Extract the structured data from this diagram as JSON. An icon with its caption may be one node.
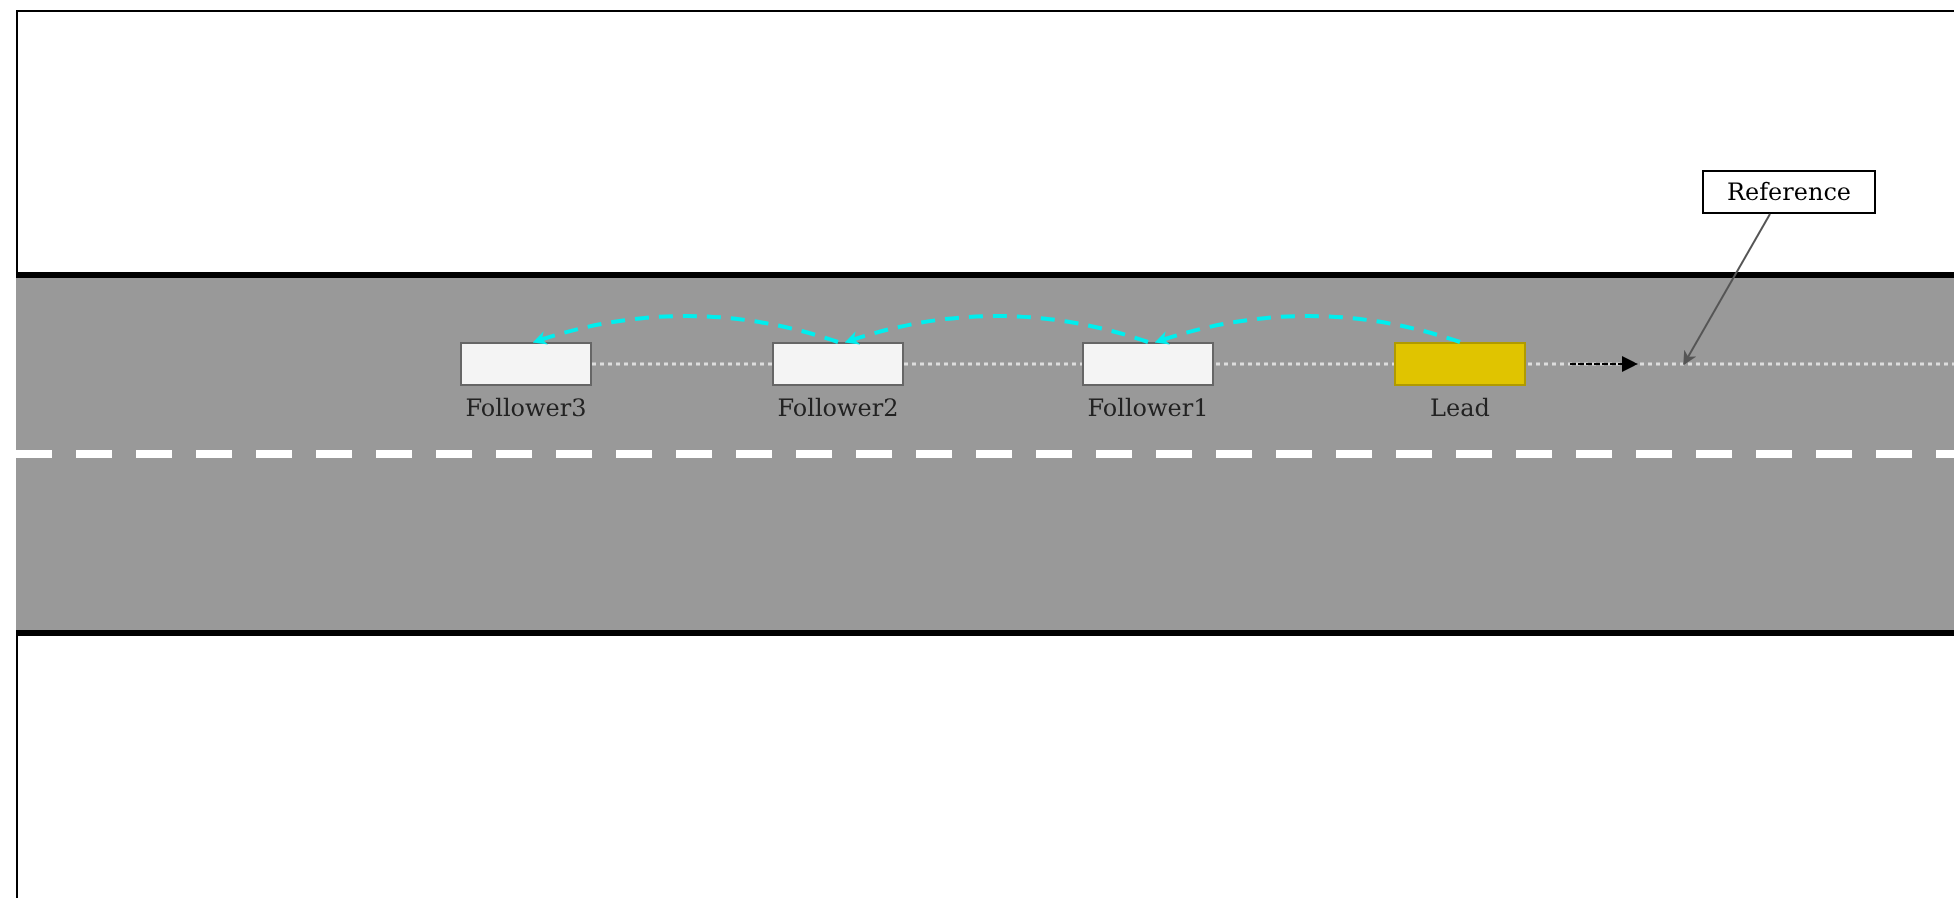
{
  "diagram": {
    "nodes": [
      {
        "text": [
          "Follower3"
        ]
      },
      {
        "text": [
          "Follower2"
        ]
      },
      {
        "text": [
          "Follower1"
        ]
      },
      {
        "text": [
          "Lead"
        ]
      },
      {
        "text": [
          "Reference"
        ]
      }
    ],
    "edges": [
      {
        "from": 3,
        "to": 2,
        "arrow": "to",
        "style": "dashed",
        "color": "#00eeee"
      },
      {
        "from": 2,
        "to": 1,
        "arrow": "to",
        "style": "dashed",
        "color": "#00eeee"
      },
      {
        "from": 1,
        "to": 0,
        "arrow": "to",
        "style": "dashed",
        "color": "#00eeee"
      },
      {
        "from": 4,
        "to": null,
        "arrow": "to",
        "color": "#555555"
      }
    ]
  }
}
